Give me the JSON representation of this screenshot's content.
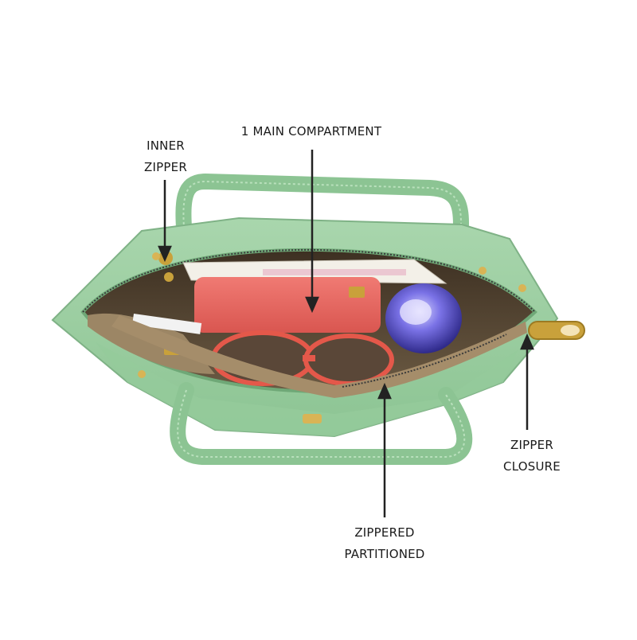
{
  "image": {
    "description_colors": {
      "bag_green": "#9fd0a4",
      "bag_green_dark": "#6fa877",
      "lining": "#8e7a5c",
      "pouch_coral": "#ec6a63",
      "sunglasses_frame": "#e4584a",
      "bottle_blue": "#5f5fd6",
      "zipper_gold": "#c9a13b",
      "arrow": "#222222"
    }
  },
  "callouts": {
    "main_compartment": {
      "line1": "1 MAIN COMPARTMENT"
    },
    "inner_zipper": {
      "line1": "INNER",
      "line2": "ZIPPER"
    },
    "zipper_closure": {
      "line1": "ZIPPER",
      "line2": "CLOSURE"
    },
    "zippered_partitioned": {
      "line1": "ZIPPERED",
      "line2": "PARTITIONED"
    }
  }
}
